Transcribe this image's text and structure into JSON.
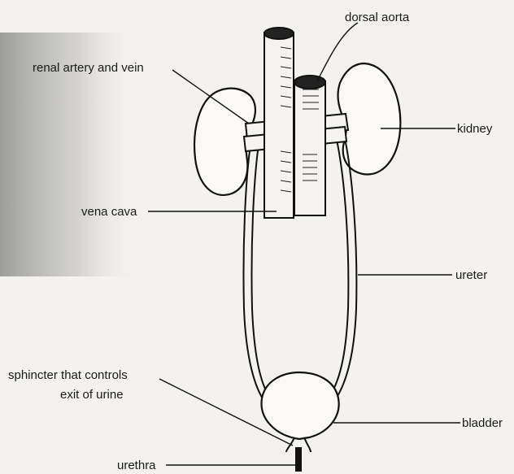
{
  "labels": {
    "dorsal_aorta": "dorsal aorta",
    "renal_artery_vein": "renal artery and vein",
    "kidney": "kidney",
    "vena_cava": "vena cava",
    "ureter": "ureter",
    "sphincter_line1": "sphincter that controls",
    "sphincter_line2": "exit of urine",
    "bladder": "bladder",
    "urethra": "urethra"
  },
  "colors": {
    "ink": "#111111",
    "paper": "#f3f2ee",
    "scan_shadow": "#9a9a96"
  }
}
